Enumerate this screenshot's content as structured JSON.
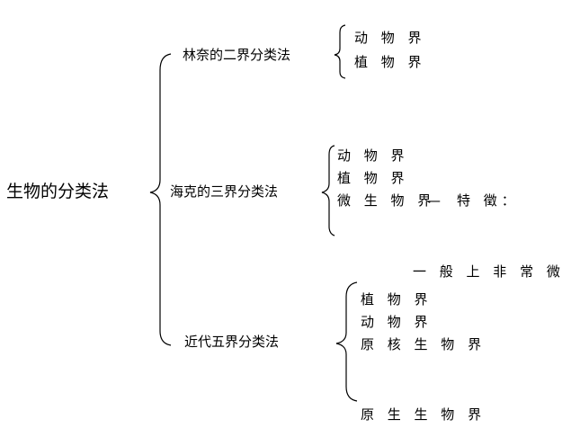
{
  "root": "生物的分类法",
  "branches": [
    {
      "label": "林奈的二界分类法",
      "items": [
        "动 物 界",
        "植 物 界"
      ]
    },
    {
      "label": "海克的三界分类法",
      "items": [
        "动 物 界",
        "植 物 界",
        "微 生 物 界",
        "特 徵："
      ],
      "connector": "—",
      "note": "一 般 上 非 常 微 小"
    },
    {
      "label": "近代五界分类法",
      "items": [
        "植 物 界",
        "动 物 界",
        "原 核 生 物 界",
        "原 生 生 物 界"
      ]
    }
  ]
}
